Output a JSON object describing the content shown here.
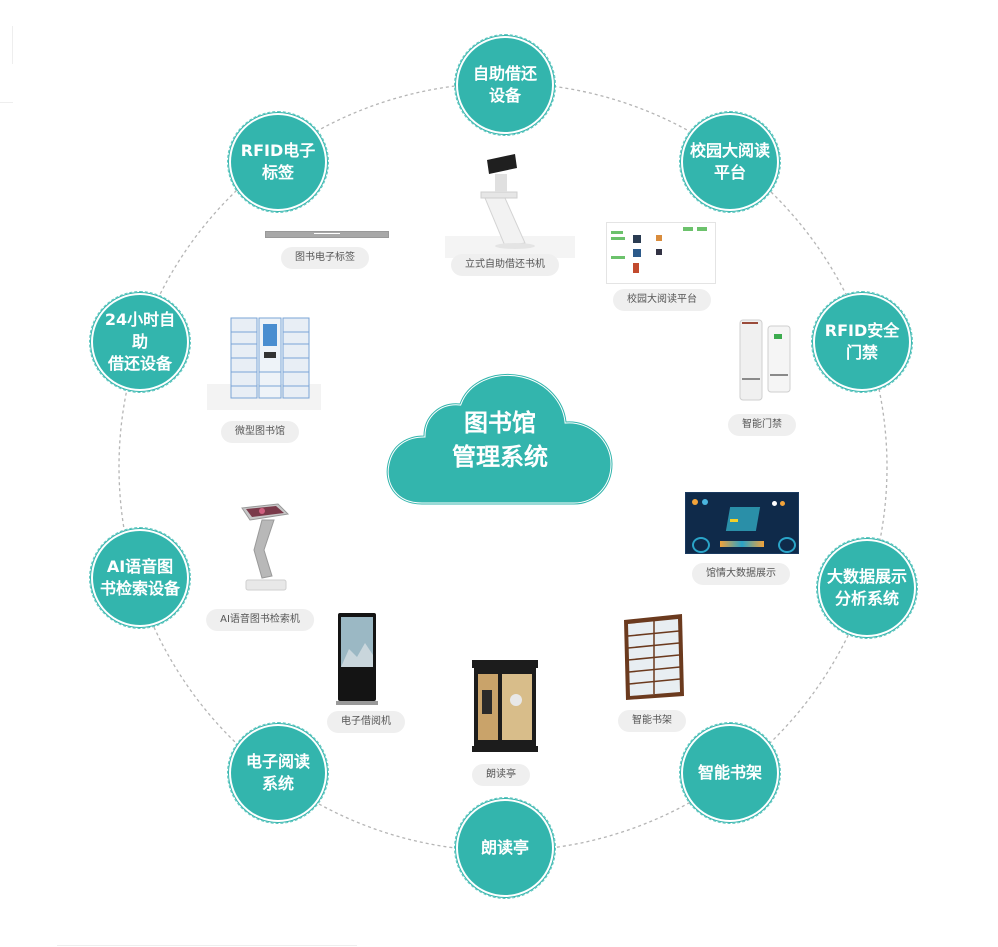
{
  "center": {
    "title": "图书馆\n管理系统",
    "color": "#33b5ad"
  },
  "colors": {
    "node_fill": "#33b5ad",
    "dashed_ring": "#b5b5b5",
    "pill_bg": "#efefef",
    "pill_text": "#555555"
  },
  "nodes": [
    {
      "id": "self-service",
      "label": "自助借还\n设备"
    },
    {
      "id": "campus-reading",
      "label": "校园大阅读\n平台"
    },
    {
      "id": "rfid-gate",
      "label": "RFID安全\n门禁"
    },
    {
      "id": "big-data",
      "label": "大数据展示\n分析系统"
    },
    {
      "id": "smart-shelf",
      "label": "智能书架"
    },
    {
      "id": "reading-booth",
      "label": "朗读亭"
    },
    {
      "id": "e-reading",
      "label": "电子阅读\n系统"
    },
    {
      "id": "ai-voice",
      "label": "AI语音图\n书检索设备"
    },
    {
      "id": "24h-self-service",
      "label": "24小时自助\n借还设备"
    },
    {
      "id": "rfid-tag",
      "label": "RFID电子\n标签"
    }
  ],
  "products": [
    {
      "id": "book-tag",
      "label": "图书电子标签"
    },
    {
      "id": "kiosk",
      "label": "立式自助借还书机"
    },
    {
      "id": "campus-platform",
      "label": "校园大阅读平台"
    },
    {
      "id": "smart-gate",
      "label": "智能门禁"
    },
    {
      "id": "mini-library",
      "label": "微型图书馆"
    },
    {
      "id": "data-display",
      "label": "馆情大数据展示"
    },
    {
      "id": "ai-search-kiosk",
      "label": "AI语音图书检索机"
    },
    {
      "id": "e-reader",
      "label": "电子借阅机"
    },
    {
      "id": "booth",
      "label": "朗读亭"
    },
    {
      "id": "shelf",
      "label": "智能书架"
    }
  ]
}
